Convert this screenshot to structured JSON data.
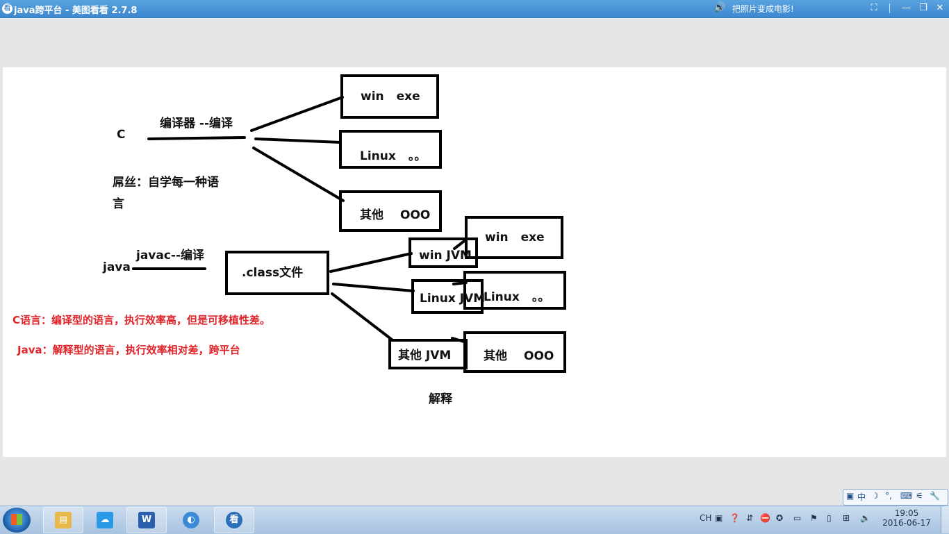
{
  "window": {
    "title": "java跨平台 - 美图看看 2.7.8",
    "title_link": "把照片变成电影!",
    "app_icon": "看",
    "controls": [
      "fullscreen-icon",
      "minimize-icon",
      "restore-icon",
      "close-icon"
    ]
  },
  "diagram": {
    "c_label": "C",
    "compiler_label": "编译器 --编译",
    "note_line1": "屌丝：自学每一种语",
    "note_line2": "言",
    "c_targets": [
      {
        "a": "win",
        "b": "exe"
      },
      {
        "a": "Linux",
        "b": "。。"
      },
      {
        "a": "其他",
        "b": "OOO"
      }
    ],
    "java_label": "java",
    "javac_label": "javac--编译",
    "class_label": ".class文件",
    "jvms": [
      "win JVM",
      "Linux JVM",
      "其他  JVM"
    ],
    "java_targets": [
      {
        "a": "win",
        "b": "exe"
      },
      {
        "a": "Linux",
        "b": "。。"
      },
      {
        "a": "其他",
        "b": "OOO"
      }
    ],
    "interpret_label": "解释",
    "c_desc": "C语言：编译型的语言，执行效率高，但是可移植性差。",
    "java_desc": "Java：解释型的语言，执行效率相对差，跨平台"
  },
  "ime": {
    "items": [
      "中",
      "☽",
      "°,",
      "⌨",
      "⚟",
      "🔧"
    ]
  },
  "taskbar": {
    "apps": [
      {
        "name": "explorer",
        "glyph": "▤",
        "color": "#e8b84a"
      },
      {
        "name": "cloud",
        "glyph": "☁",
        "color": "#2a9ae8"
      },
      {
        "name": "word",
        "glyph": "W",
        "color": "#2b5fae"
      },
      {
        "name": "browser",
        "glyph": "◐",
        "color": "#3a8ad8"
      },
      {
        "name": "viewer",
        "glyph": "看",
        "color": "#2a6fb8"
      }
    ],
    "tray_lang": "CH",
    "time": "19:05",
    "date": "2016-06-17"
  },
  "colors": {
    "accent": "#3b86cf",
    "red_text": "#e0242a"
  }
}
